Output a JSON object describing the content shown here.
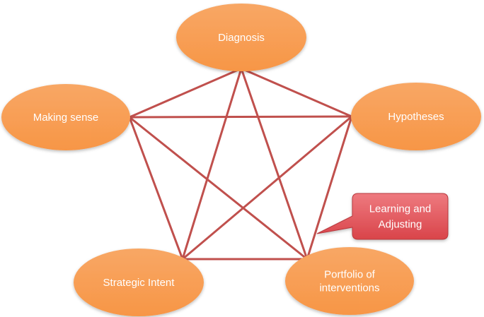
{
  "colors": {
    "node_fill": "#F79646",
    "node_fill_light": "#F8A765",
    "edge_stroke": "#C0504D",
    "callout_fill": "#D9444A",
    "callout_fill_light": "#EE7A7F",
    "text": "#FFFFFF"
  },
  "nodes": [
    {
      "id": "diagnosis",
      "label_lines": [
        "Diagnosis"
      ]
    },
    {
      "id": "hypotheses",
      "label_lines": [
        "Hypotheses"
      ]
    },
    {
      "id": "portfolio",
      "label_lines": [
        "Portfolio of",
        "interventions"
      ]
    },
    {
      "id": "strategic-intent",
      "label_lines": [
        "Strategic Intent"
      ]
    },
    {
      "id": "making-sense",
      "label_lines": [
        "Making sense"
      ]
    }
  ],
  "callout": {
    "label_lines": [
      "Learning and",
      "Adjusting"
    ]
  }
}
